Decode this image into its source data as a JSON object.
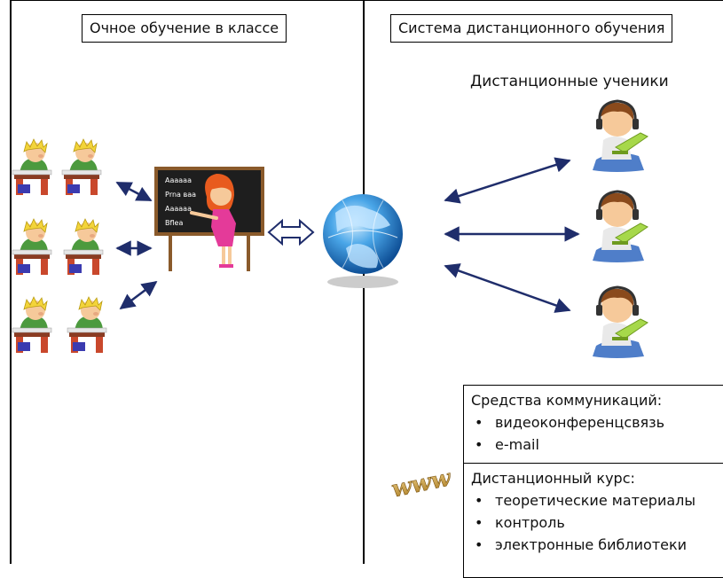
{
  "left_panel": {
    "header": "Очное обучение в классе",
    "board_lines": [
      "Аааааа",
      "Рrnа ваа",
      "Аааааа",
      "Вflеа"
    ]
  },
  "right_panel": {
    "header": "Система дистанционного обучения",
    "students_caption": "Дистанционные ученики",
    "communication": {
      "title": "Средства коммуникаций:",
      "items": [
        "видеоконференцсвязь",
        "e-mail"
      ]
    },
    "course": {
      "title": "Дистанционный курс:",
      "items": [
        "теоретические материалы",
        "контроль",
        "электронные библиотеки"
      ]
    },
    "www_label": "www"
  },
  "colors": {
    "arrow": "#1f2d6b",
    "student_hair": "#f3d43a",
    "student_shirt": "#4c9a3e",
    "desk": "#c9482c",
    "board": "#1e1e1e",
    "board_frame": "#8a5a2b",
    "teacher_dress": "#e43a99",
    "teacher_hair": "#e85b1e",
    "globe": "#2f7fc9",
    "laptop": "#a6d84a",
    "headphones": "#333333"
  }
}
